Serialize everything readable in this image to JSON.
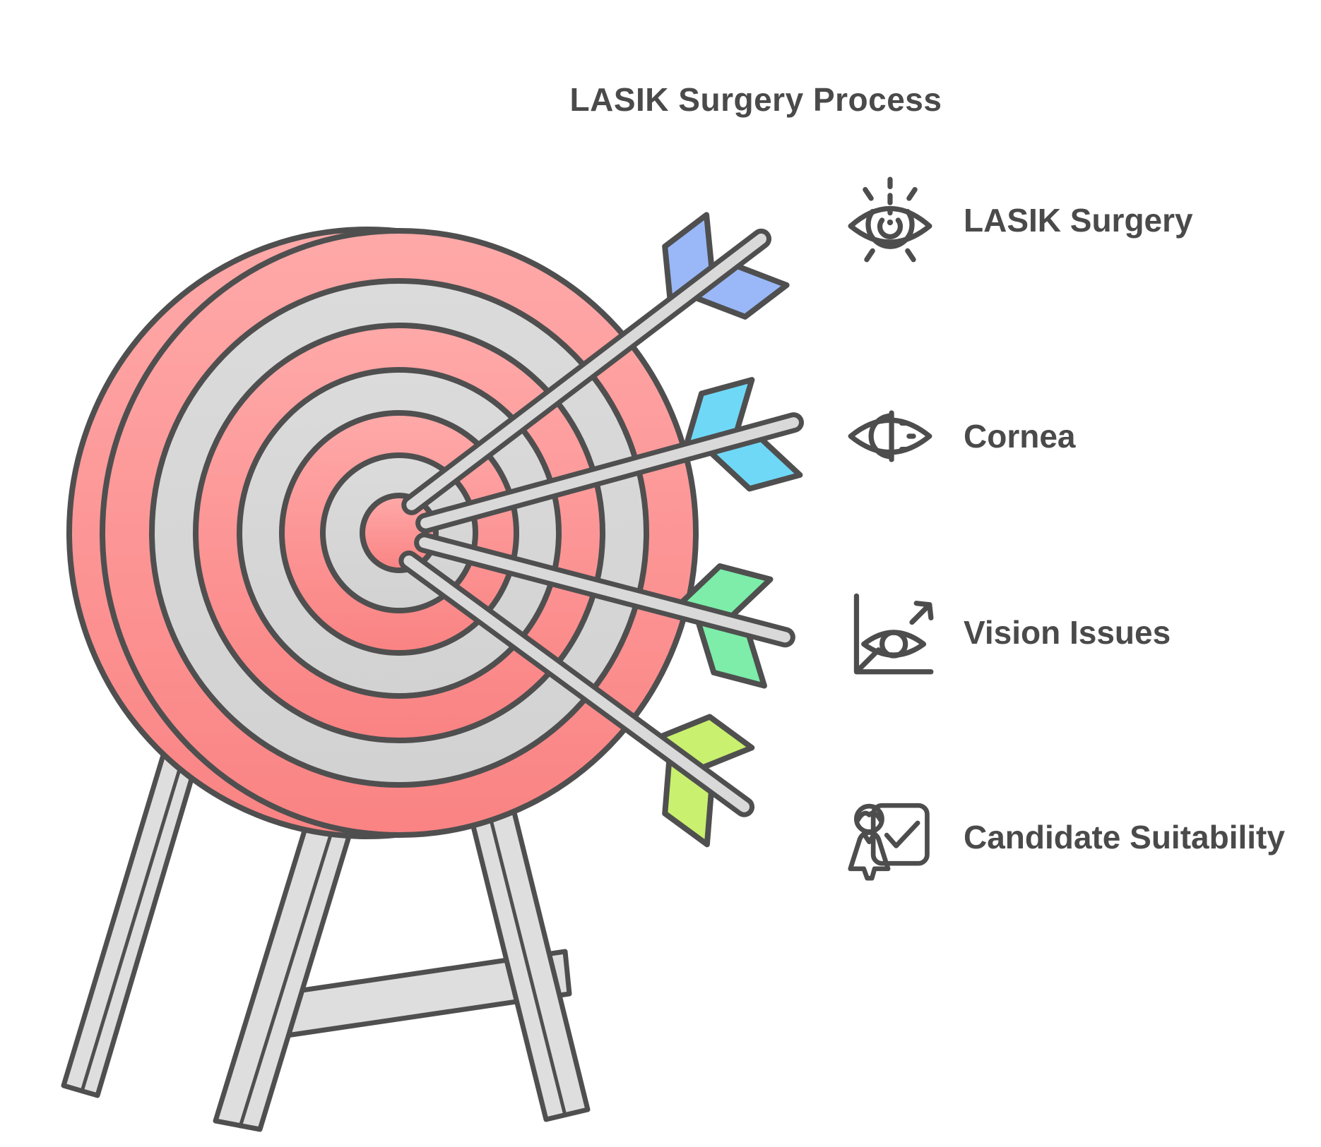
{
  "title": "LASIK Surgery Process",
  "colors": {
    "text": "#4a4a4a",
    "outline": "#4f4f4f",
    "target_pink_top": "#ffa9a9",
    "target_pink_bottom": "#fa8383",
    "target_gray_top": "#dbdbdb",
    "target_gray_bottom": "#d2d2d2",
    "stand_gray": "#dedede",
    "arrow_shaft_gray": "#d9d9d9"
  },
  "legend": {
    "items": [
      {
        "icon": "lasik-eye-laser-icon",
        "label": "LASIK Surgery"
      },
      {
        "icon": "cornea-eye-icon",
        "label": "Cornea"
      },
      {
        "icon": "vision-chart-eye-icon",
        "label": "Vision Issues"
      },
      {
        "icon": "candidate-checkboard-icon",
        "label": "Candidate Suitability"
      }
    ]
  },
  "illustration": {
    "description": "Archery target on a trestle stand with four arrows in the bullseye",
    "arrows": [
      {
        "name": "arrow-blue",
        "color": "#9ab8f8"
      },
      {
        "name": "arrow-cyan",
        "color": "#6fd8f7"
      },
      {
        "name": "arrow-mint",
        "color": "#7deda9"
      },
      {
        "name": "arrow-lime",
        "color": "#c9f06e"
      }
    ]
  }
}
